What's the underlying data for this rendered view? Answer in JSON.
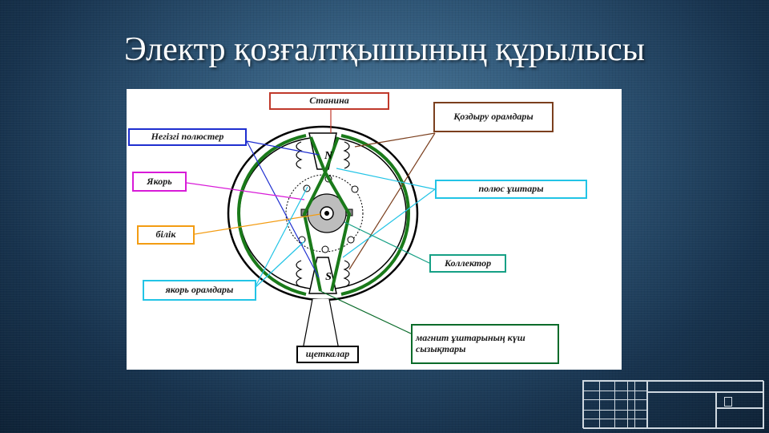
{
  "slide": {
    "title": "Электр қозғалтқышының құрылысы"
  },
  "diagram": {
    "pole_north": "N",
    "pole_south": "S",
    "labels": {
      "stanina": "Станина",
      "excitation_windings": "Қоздыру орамдары",
      "main_poles": "Негізгі полюстер",
      "armature": "Якорь",
      "pole_tips": "полюс ұштары",
      "shaft": "білік",
      "collector": "Коллектор",
      "armature_windings": "якорь орамдары",
      "magnetic_flux_lines": "магнит ұштарының күш сызықтары",
      "brushes": "щеткалар"
    },
    "colors": {
      "flux_green": "#1a7a1a",
      "label_red": "#c0392b",
      "label_brown": "#7b3f1e",
      "label_blue": "#1f2fd0",
      "label_magenta": "#d81bd8",
      "label_cyan": "#22c4e6",
      "label_orange": "#f39c12",
      "label_teal": "#16a085",
      "label_darkgreen": "#0a6b2a"
    }
  },
  "title_block": {
    "icons": [
      "drawing-stamp-grid"
    ]
  }
}
